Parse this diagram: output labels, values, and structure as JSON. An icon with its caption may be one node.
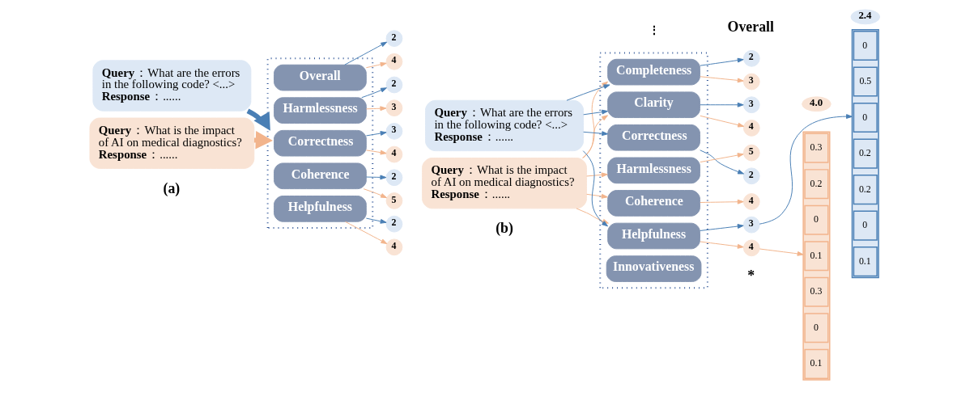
{
  "diagram": {
    "nodes": [
      {
        "text": [
          "**Query**：What is the impact of AI on medical diagnostics?",
          "**Response**：......"
        ]
      },
      {
        "text": [
          "**Query**：What are the errors in the following code? <...>",
          "**Response**：......"
        ]
      },
      {
        "text": [],
        "shape": "box"
      },
      {
        "text": [
          "Helpfulness"
        ],
        "in": 2
      },
      {
        "text": [
          "Coherence"
        ],
        "in": 2
      },
      {
        "text": [
          "Correctness"
        ],
        "in": 2
      },
      {
        "text": [
          "Harmlessness"
        ],
        "in": 2
      },
      {
        "text": [
          "Overall"
        ],
        "in": 2
      },
      {
        "text": [
          "4"
        ]
      },
      {
        "text": [
          "2"
        ]
      },
      {
        "text": [
          "5"
        ]
      },
      {
        "text": [
          "2"
        ]
      },
      {
        "text": [
          "4"
        ]
      },
      {
        "text": [
          "3"
        ]
      },
      {
        "text": [
          "3"
        ]
      },
      {
        "text": [
          "2"
        ]
      },
      {
        "text": [
          "4"
        ]
      },
      {
        "text": [
          "2"
        ]
      },
      {
        "text": [
          "**Query**：What is the impact of AI on medical diagnostics?",
          "**Response**：......"
        ]
      },
      {
        "text": [
          "**Query**：What are the errors in the following code? <...>",
          "**Response**：......"
        ]
      },
      {
        "text": [],
        "shape": "box"
      },
      {
        "text": [
          "Helpfulness"
        ],
        "in": 20
      },
      {
        "text": [
          "Coherence"
        ],
        "in": 20
      },
      {
        "text": [
          "Correctness"
        ],
        "in": 20
      },
      {
        "text": [
          "Harmlessness"
        ],
        "in": 20
      },
      {
        "text": [
          "Clarity"
        ],
        "in": 20
      },
      {
        "text": [
          "Innovativeness"
        ],
        "in": 20
      },
      {
        "text": [
          "Completeness"
        ],
        "in": 20
      },
      {
        "text": [
          "4"
        ]
      },
      {
        "text": [
          "3"
        ]
      },
      {
        "text": [
          "4"
        ]
      },
      {
        "text": [
          "2"
        ]
      },
      {
        "text": [
          "5"
        ]
      },
      {
        "text": [
          "4"
        ]
      },
      {
        "text": [
          "3"
        ]
      },
      {
        "text": [
          "3"
        ]
      },
      {
        "text": [
          "2"
        ]
      },
      {
        "text": [],
        "shape": "bar"
      },
      {
        "text": [
          "0.3"
        ],
        "in": 37
      },
      {
        "text": [
          "0.2"
        ],
        "in": 37
      },
      {
        "text": [
          "0"
        ],
        "in": 37
      },
      {
        "text": [
          "0.1"
        ],
        "in": 37
      },
      {
        "text": [
          "0.3"
        ],
        "in": 37
      },
      {
        "text": [
          "0"
        ],
        "in": 37
      },
      {
        "text": [
          "0.1"
        ],
        "in": 37
      },
      {
        "text": [],
        "shape": "bar"
      },
      {
        "text": [
          "0.2"
        ],
        "in": 45
      },
      {
        "text": [
          "0"
        ],
        "in": 45
      },
      {
        "text": [
          "0.5"
        ],
        "in": 45
      },
      {
        "text": [
          "0"
        ],
        "in": 45
      },
      {
        "text": [
          "0.2"
        ],
        "in": 45
      },
      {
        "text": [
          "0"
        ],
        "in": 45
      },
      {
        "text": [
          "0.1"
        ],
        "in": 45
      },
      {
        "text": [
          "4.0"
        ]
      },
      {
        "text": [
          "2.4"
        ]
      }
    ],
    "edges": [
      {
        "from": 0,
        "to": 2,
        "arrow": "to",
        "style": "thick",
        "color": "#f2b48c"
      },
      {
        "from": 1,
        "to": 2,
        "arrow": "to",
        "style": "thick",
        "color": "#4a7fb5"
      },
      {
        "from": 3,
        "to": 8,
        "arrow": "to",
        "color": "#f2b48c"
      },
      {
        "from": 3,
        "to": 9,
        "arrow": "to",
        "color": "#4a7fb5"
      },
      {
        "from": 4,
        "to": 10,
        "arrow": "to",
        "color": "#f2b48c"
      },
      {
        "from": 4,
        "to": 11,
        "arrow": "to",
        "color": "#4a7fb5"
      },
      {
        "from": 5,
        "to": 12,
        "arrow": "to",
        "color": "#f2b48c"
      },
      {
        "from": 5,
        "to": 13,
        "arrow": "to",
        "color": "#4a7fb5"
      },
      {
        "from": 6,
        "to": 14,
        "arrow": "to",
        "color": "#f2b48c"
      },
      {
        "from": 6,
        "to": 15,
        "arrow": "to",
        "color": "#4a7fb5"
      },
      {
        "from": 7,
        "to": 16,
        "arrow": "to",
        "color": "#f2b48c"
      },
      {
        "from": 7,
        "to": 17,
        "arrow": "to",
        "color": "#4a7fb5"
      },
      {
        "from": 18,
        "to": 21,
        "arrow": "to",
        "color": "#f2b48c"
      },
      {
        "from": 18,
        "to": 22,
        "arrow": "to",
        "color": "#f2b48c"
      },
      {
        "from": 18,
        "to": 24,
        "arrow": "to",
        "color": "#f2b48c"
      },
      {
        "from": 18,
        "to": 25,
        "arrow": "to",
        "color": "#f2b48c"
      },
      {
        "from": 18,
        "to": 27,
        "arrow": "to",
        "color": "#f2b48c"
      },
      {
        "from": 19,
        "to": 21,
        "arrow": "to",
        "color": "#4a7fb5"
      },
      {
        "from": 19,
        "to": 23,
        "arrow": "to",
        "color": "#4a7fb5"
      },
      {
        "from": 19,
        "to": 25,
        "arrow": "to",
        "color": "#4a7fb5"
      },
      {
        "from": 19,
        "to": 27,
        "arrow": "to",
        "color": "#4a7fb5"
      },
      {
        "from": 21,
        "to": 28,
        "arrow": "to",
        "color": "#f2b48c"
      },
      {
        "from": 21,
        "to": 29,
        "arrow": "to",
        "color": "#4a7fb5"
      },
      {
        "from": 22,
        "to": 30,
        "arrow": "to",
        "color": "#f2b48c"
      },
      {
        "from": 23,
        "to": 31,
        "arrow": "to",
        "color": "#4a7fb5"
      },
      {
        "from": 24,
        "to": 32,
        "arrow": "to",
        "color": "#f2b48c"
      },
      {
        "from": 25,
        "to": 33,
        "arrow": "to",
        "color": "#f2b48c"
      },
      {
        "from": 25,
        "to": 34,
        "arrow": "to",
        "color": "#4a7fb5"
      },
      {
        "from": 27,
        "to": 35,
        "arrow": "to",
        "color": "#f2b48c"
      },
      {
        "from": 27,
        "to": 36,
        "arrow": "to",
        "color": "#4a7fb5"
      },
      {
        "from": 28,
        "to": 37,
        "arrow": "to",
        "color": "#f2b48c"
      },
      {
        "from": 29,
        "to": 45,
        "arrow": "to",
        "color": "#4a7fb5"
      }
    ],
    "labels": [
      "(a)",
      "(b)",
      "⋮",
      "*",
      "Overall"
    ]
  }
}
